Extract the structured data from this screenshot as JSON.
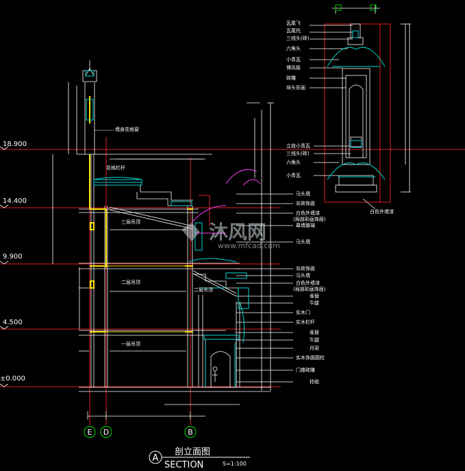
{
  "levels": [
    {
      "text": "18.900"
    },
    {
      "text": "14.400"
    },
    {
      "text": "9.900"
    },
    {
      "text": "4.500"
    },
    {
      "text": "±0.000"
    }
  ],
  "left_labels": {
    "flower_window": "墙身花格窗",
    "flower_fence": "花格栏杆",
    "ceiling3": "三层吊顶",
    "ceiling2": "二层吊顶",
    "ceiling2b": "二层吊顶",
    "ceiling1": "一层吊顶"
  },
  "right_labels": [
    "马头墙",
    "灰砖饰面",
    "白色外墙漆",
    "(局部彩画饰面)",
    "幕墙玻璃",
    "马头墙",
    "灰砖饰面",
    "马头墙",
    "白色外墙漆",
    "(局部彩画饰面)",
    "雀替",
    "牛腿",
    "实木门",
    "实木栏杆",
    "雀替",
    "牛腿",
    "月梁",
    "实木饰面圆柱",
    "门楼砖雕",
    "柱础"
  ],
  "top_labels": [
    "瓦尾飞",
    "瓦尾托",
    "三线头(砖)",
    "六角头",
    "小青瓦",
    "博风板",
    "砖雕",
    "垛头彩画"
  ],
  "mid_labels": [
    "立放小青瓦",
    "三线头(砖)",
    "六角头",
    "小青瓦"
  ],
  "detail_bottom": "白色外墙漆",
  "grid_axes": [
    "E",
    "D",
    "B"
  ],
  "title": {
    "marker": "A",
    "text": "剖立面图",
    "subtitle": "SECTION",
    "scale": "S=1:100"
  },
  "watermark": {
    "text": "沐风网",
    "url": "www.mfcad.com"
  }
}
